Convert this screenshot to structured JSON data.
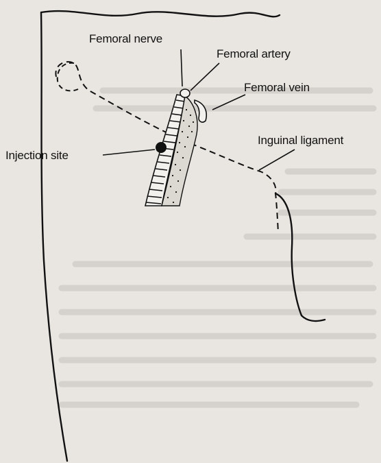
{
  "diagram": {
    "labels": {
      "femoral_nerve": "Femoral nerve",
      "femoral_artery": "Femoral artery",
      "femoral_vein": "Femoral vein",
      "injection_site": "Injection site",
      "inguinal_ligament": "Inguinal ligament"
    },
    "colors": {
      "background": "#e9e6e1",
      "ink": "#111111",
      "faded_text": "#c9c5bf"
    }
  }
}
